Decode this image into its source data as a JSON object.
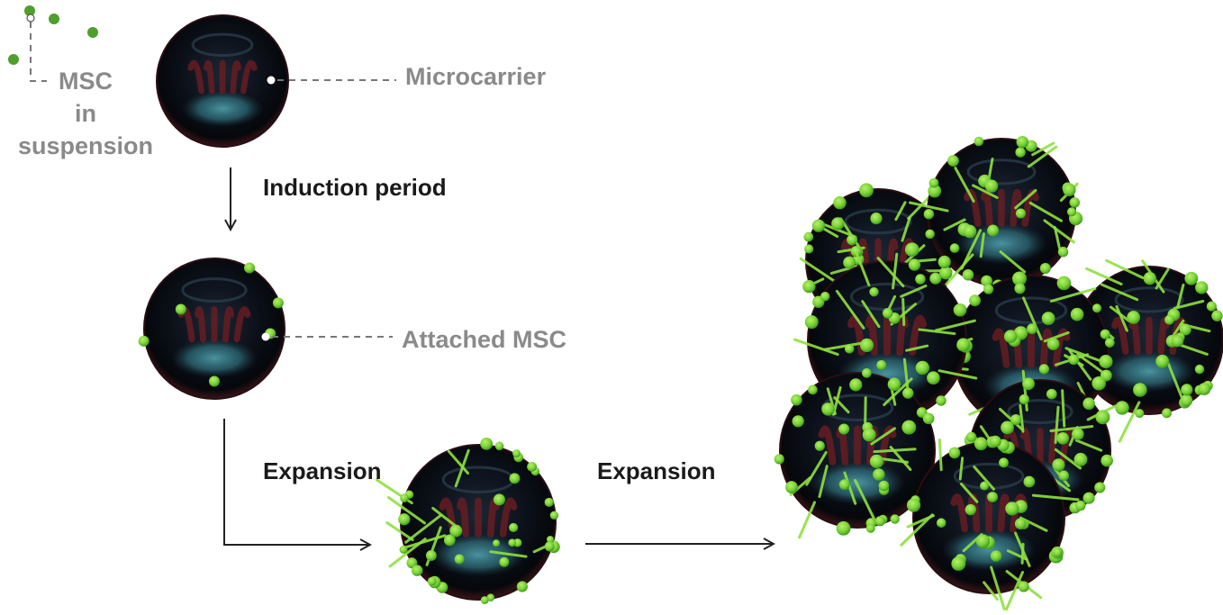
{
  "labels": {
    "msc": [
      "MSC",
      "in",
      "suspension"
    ],
    "microcarrier": "Microcarrier",
    "attached_msc": "Attached MSC",
    "induction": "Induction period",
    "expansion_1": "Expansion",
    "expansion_2": "Expansion"
  },
  "colors": {
    "cell_green": "#7bd336",
    "cell_green_dark": "#3e9a1e",
    "bead_dark": "#0a0d14",
    "bead_rim": "#3a1418",
    "bead_teal": "#2f6f7c",
    "bead_red": "#7a1f22",
    "label_grey": "#8a8a8a",
    "arrow": "#222222",
    "leader_line": "#777777"
  },
  "stages": [
    {
      "name": "microcarrier",
      "cell_coverage": 0
    },
    {
      "name": "attached",
      "cell_coverage": "sparse"
    },
    {
      "name": "expanded",
      "cell_coverage": "dense"
    },
    {
      "name": "aggregate",
      "bead_count": 8,
      "cell_coverage": "dense"
    }
  ]
}
